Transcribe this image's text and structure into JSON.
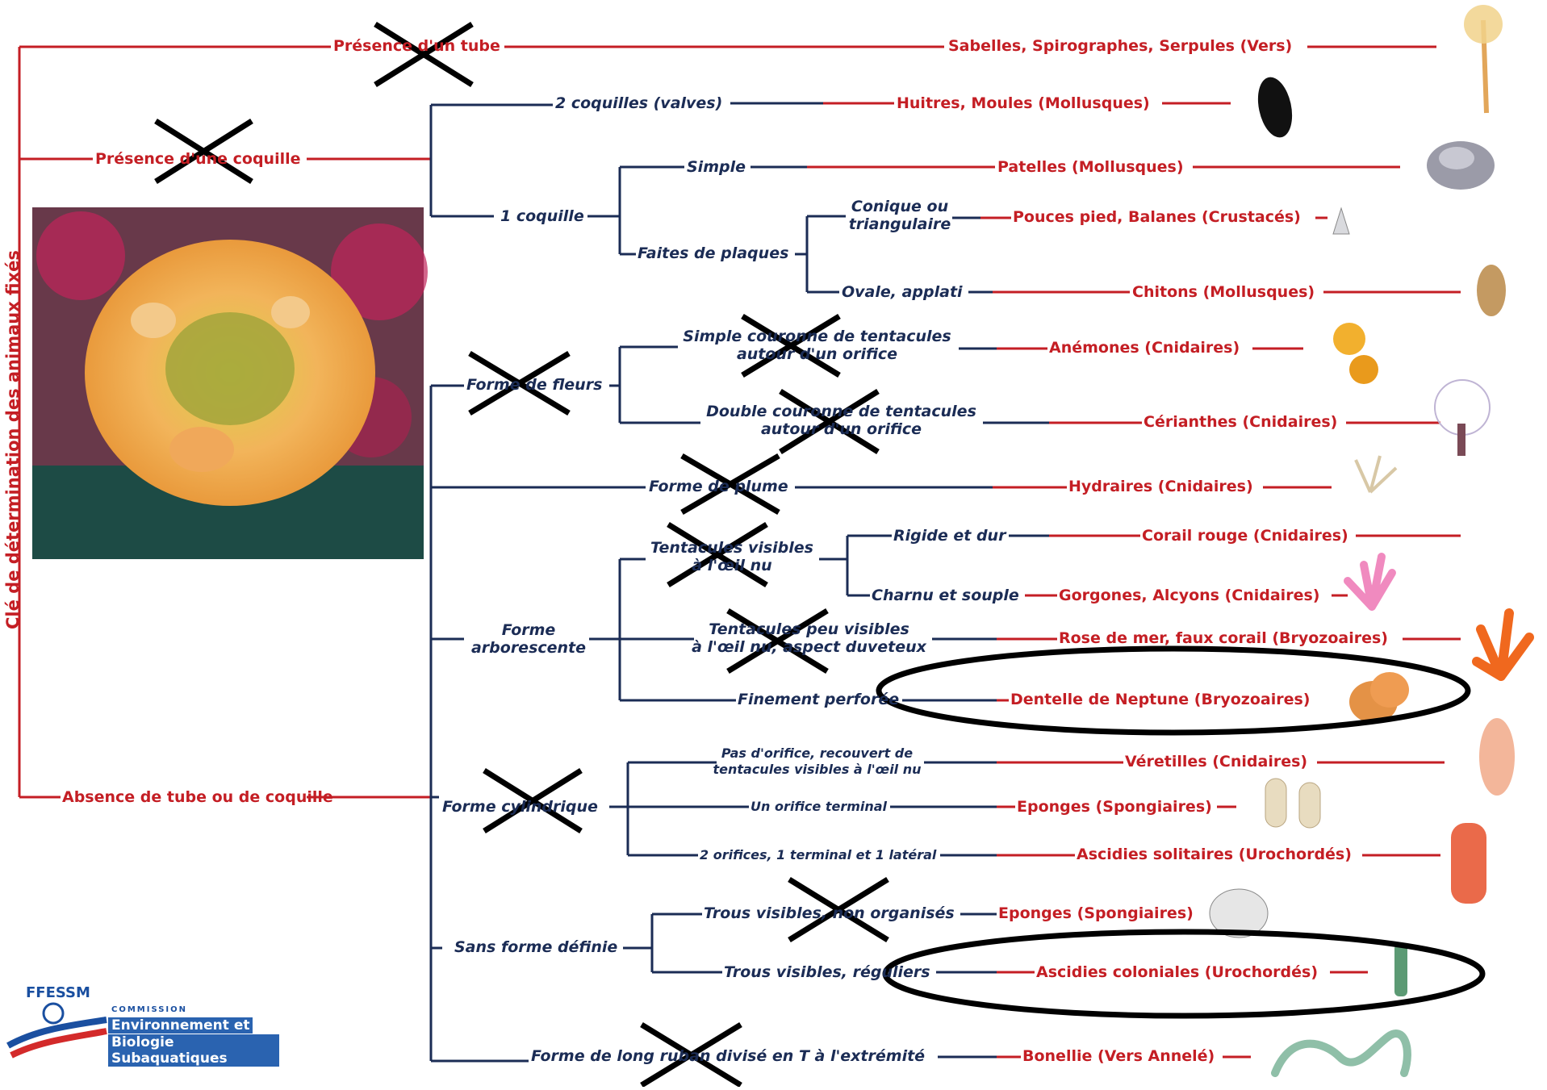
{
  "vertical_title": "Clé de détermination des animaux fixés",
  "root_branches": {
    "tube": "Présence d'un tube",
    "coquille": "Présence d'une coquille",
    "absence": "Absence de tube ou de coquille"
  },
  "criteria": {
    "deux_coquilles": "2 coquilles (valves)",
    "une_coquille": "1 coquille",
    "simple": "Simple",
    "faites_plaques": "Faites de plaques",
    "conique_1": "Conique ou",
    "conique_2": "triangulaire",
    "ovale": "Ovale, applati",
    "forme_fleurs": "Forme de fleurs",
    "simple_couronne_1": "Simple couronne de tentacules",
    "simple_couronne_2": "autour d'un orifice",
    "double_couronne_1": "Double couronne de tentacules",
    "double_couronne_2": "autour d'un orifice",
    "forme_plume": "Forme de plume",
    "forme_arbo_1": "Forme",
    "forme_arbo_2": "arborescente",
    "tentacules_visibles_1": "Tentacules visibles",
    "tentacules_visibles_2": "à l'œil nu",
    "rigide": "Rigide et dur",
    "charnu": "Charnu et souple",
    "tentacules_peu_1": "Tentacules peu visibles",
    "tentacules_peu_2": "à l'œil nu, aspect duveteux",
    "finement": "Finement perforée",
    "forme_cylindrique": "Forme cylindrique",
    "pas_orifice_1": "Pas d'orifice, recouvert de",
    "pas_orifice_2": "tentacules visibles à l'œil nu",
    "un_orifice": "Un orifice terminal",
    "deux_orifices": "2 orifices, 1 terminal et 1 latéral",
    "sans_forme": "Sans forme définie",
    "trous_non_org": "Trous visibles, non organisés",
    "trous_reguliers": "Trous visibles, réguliers",
    "long_ruban": "Forme de long ruban divisé en T à l'extrémité"
  },
  "results": {
    "sabelles": "Sabelles, Spirographes, Serpules (Vers)",
    "huitres": "Huitres, Moules (Mollusques)",
    "patelles": "Patelles (Mollusques)",
    "balanes": "Pouces pied, Balanes (Crustacés)",
    "chitons": "Chitons (Mollusques)",
    "anemones": "Anémones (Cnidaires)",
    "cerianthes": "Cérianthes (Cnidaires)",
    "hydraires": "Hydraires (Cnidaires)",
    "corail": "Corail rouge (Cnidaires)",
    "gorgones": "Gorgones, Alcyons (Cnidaires)",
    "rose": "Rose de mer, faux corail (Bryozoaires)",
    "dentelle": "Dentelle de Neptune (Bryozoaires)",
    "veretilles": "Véretilles (Cnidaires)",
    "eponges1": "Eponges (Spongiaires)",
    "ascidies_sol": "Ascidies solitaires (Urochordés)",
    "eponges2": "Eponges (Spongiaires)",
    "ascidies_col": "Ascidies coloniales (Urochordés)",
    "bonellie": "Bonellie (Vers Annelé)"
  },
  "logo": {
    "ffessm": "FFESSM",
    "commission": "COMMISSION",
    "line1": "Environnement et",
    "line2": "Biologie Subaquatiques"
  },
  "colors": {
    "navy": "#1b2c55",
    "red": "#c41e24",
    "mark": "#000000"
  },
  "icons": [
    "sabelle-icon",
    "moule-icon",
    "patelle-icon",
    "balane-icon",
    "chiton-icon",
    "anemone-icon",
    "cerianthe-icon",
    "hydraire-icon",
    "gorgone-icon",
    "faux-corail-icon",
    "dentelle-icon",
    "veretille-icon",
    "eponge-icon",
    "ascidie-icon",
    "eponge-boule-icon",
    "ascidie-coloniale-icon",
    "bonellie-icon"
  ]
}
